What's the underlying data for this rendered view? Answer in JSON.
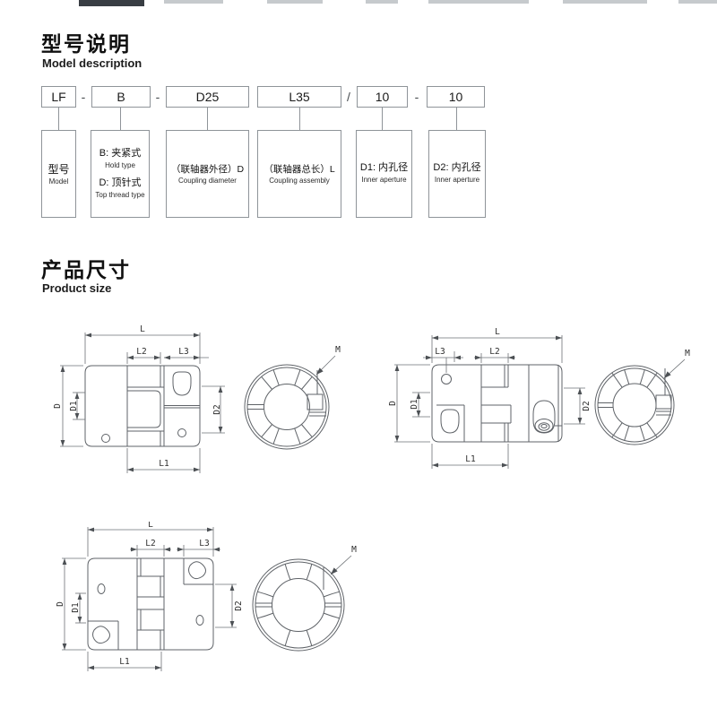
{
  "model_section": {
    "title": "型号说明",
    "subtitle": "Model description",
    "code": [
      "LF",
      "B",
      "D25",
      "L35",
      "10",
      "10"
    ],
    "separators": {
      "s1": "-",
      "s2": "-",
      "s3": "/",
      "s4": "-"
    },
    "descriptions": {
      "model": {
        "zh": "型号",
        "en": "Model"
      },
      "type": {
        "zh1": "B: 夹紧式",
        "en1": "Hold type",
        "zh2": "D: 顶针式",
        "en2": "Top thread type"
      },
      "diameter": {
        "zh": "（联轴器外径）D",
        "en": "Coupling diameter"
      },
      "length": {
        "zh": "（联轴器总长）L",
        "en": "Coupling assembly"
      },
      "d1": {
        "zh": "D1: 内孔径",
        "en": "Inner aperture"
      },
      "d2": {
        "zh": "D2: 内孔径",
        "en": "Inner aperture"
      }
    }
  },
  "size_section": {
    "title": "产品尺寸",
    "subtitle": "Product size"
  },
  "dim": {
    "L": "L",
    "L1": "L1",
    "L2": "L2",
    "L3": "L3",
    "D": "D",
    "D1": "D1",
    "D2": "D2",
    "M": "M"
  }
}
